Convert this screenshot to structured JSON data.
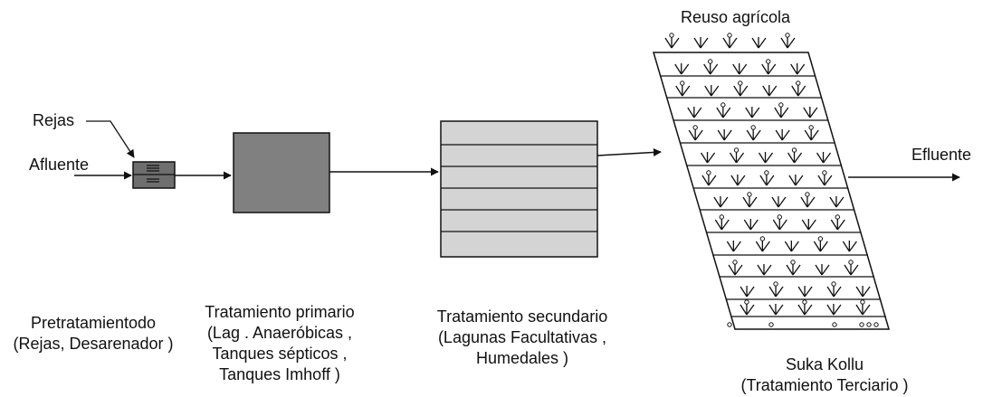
{
  "labels": {
    "rejas": "Rejas",
    "afluente": "Afluente",
    "efluente": "Efluente",
    "reuso": "Reuso agrícola"
  },
  "stages": {
    "pretratamiento": [
      "Pretratamientodo",
      "(Rejas, Desarenador )"
    ],
    "primario": [
      "Tratamiento primario",
      "(Lag . Anaeróbicas ,",
      "Tanques sépticos ,",
      "Tanques Imhoff )"
    ],
    "secundario": [
      "Tratamiento secundario",
      "(Lagunas Facultativas ,",
      "Humedales )"
    ],
    "terciario": [
      "Suka Kollu",
      "(Tratamiento Terciario )"
    ]
  },
  "colors": {
    "line": "#111111",
    "screen_box": "#6e6e6e",
    "primary_tank": "#808080",
    "secondary_lagoon": "#d4d4d4"
  }
}
